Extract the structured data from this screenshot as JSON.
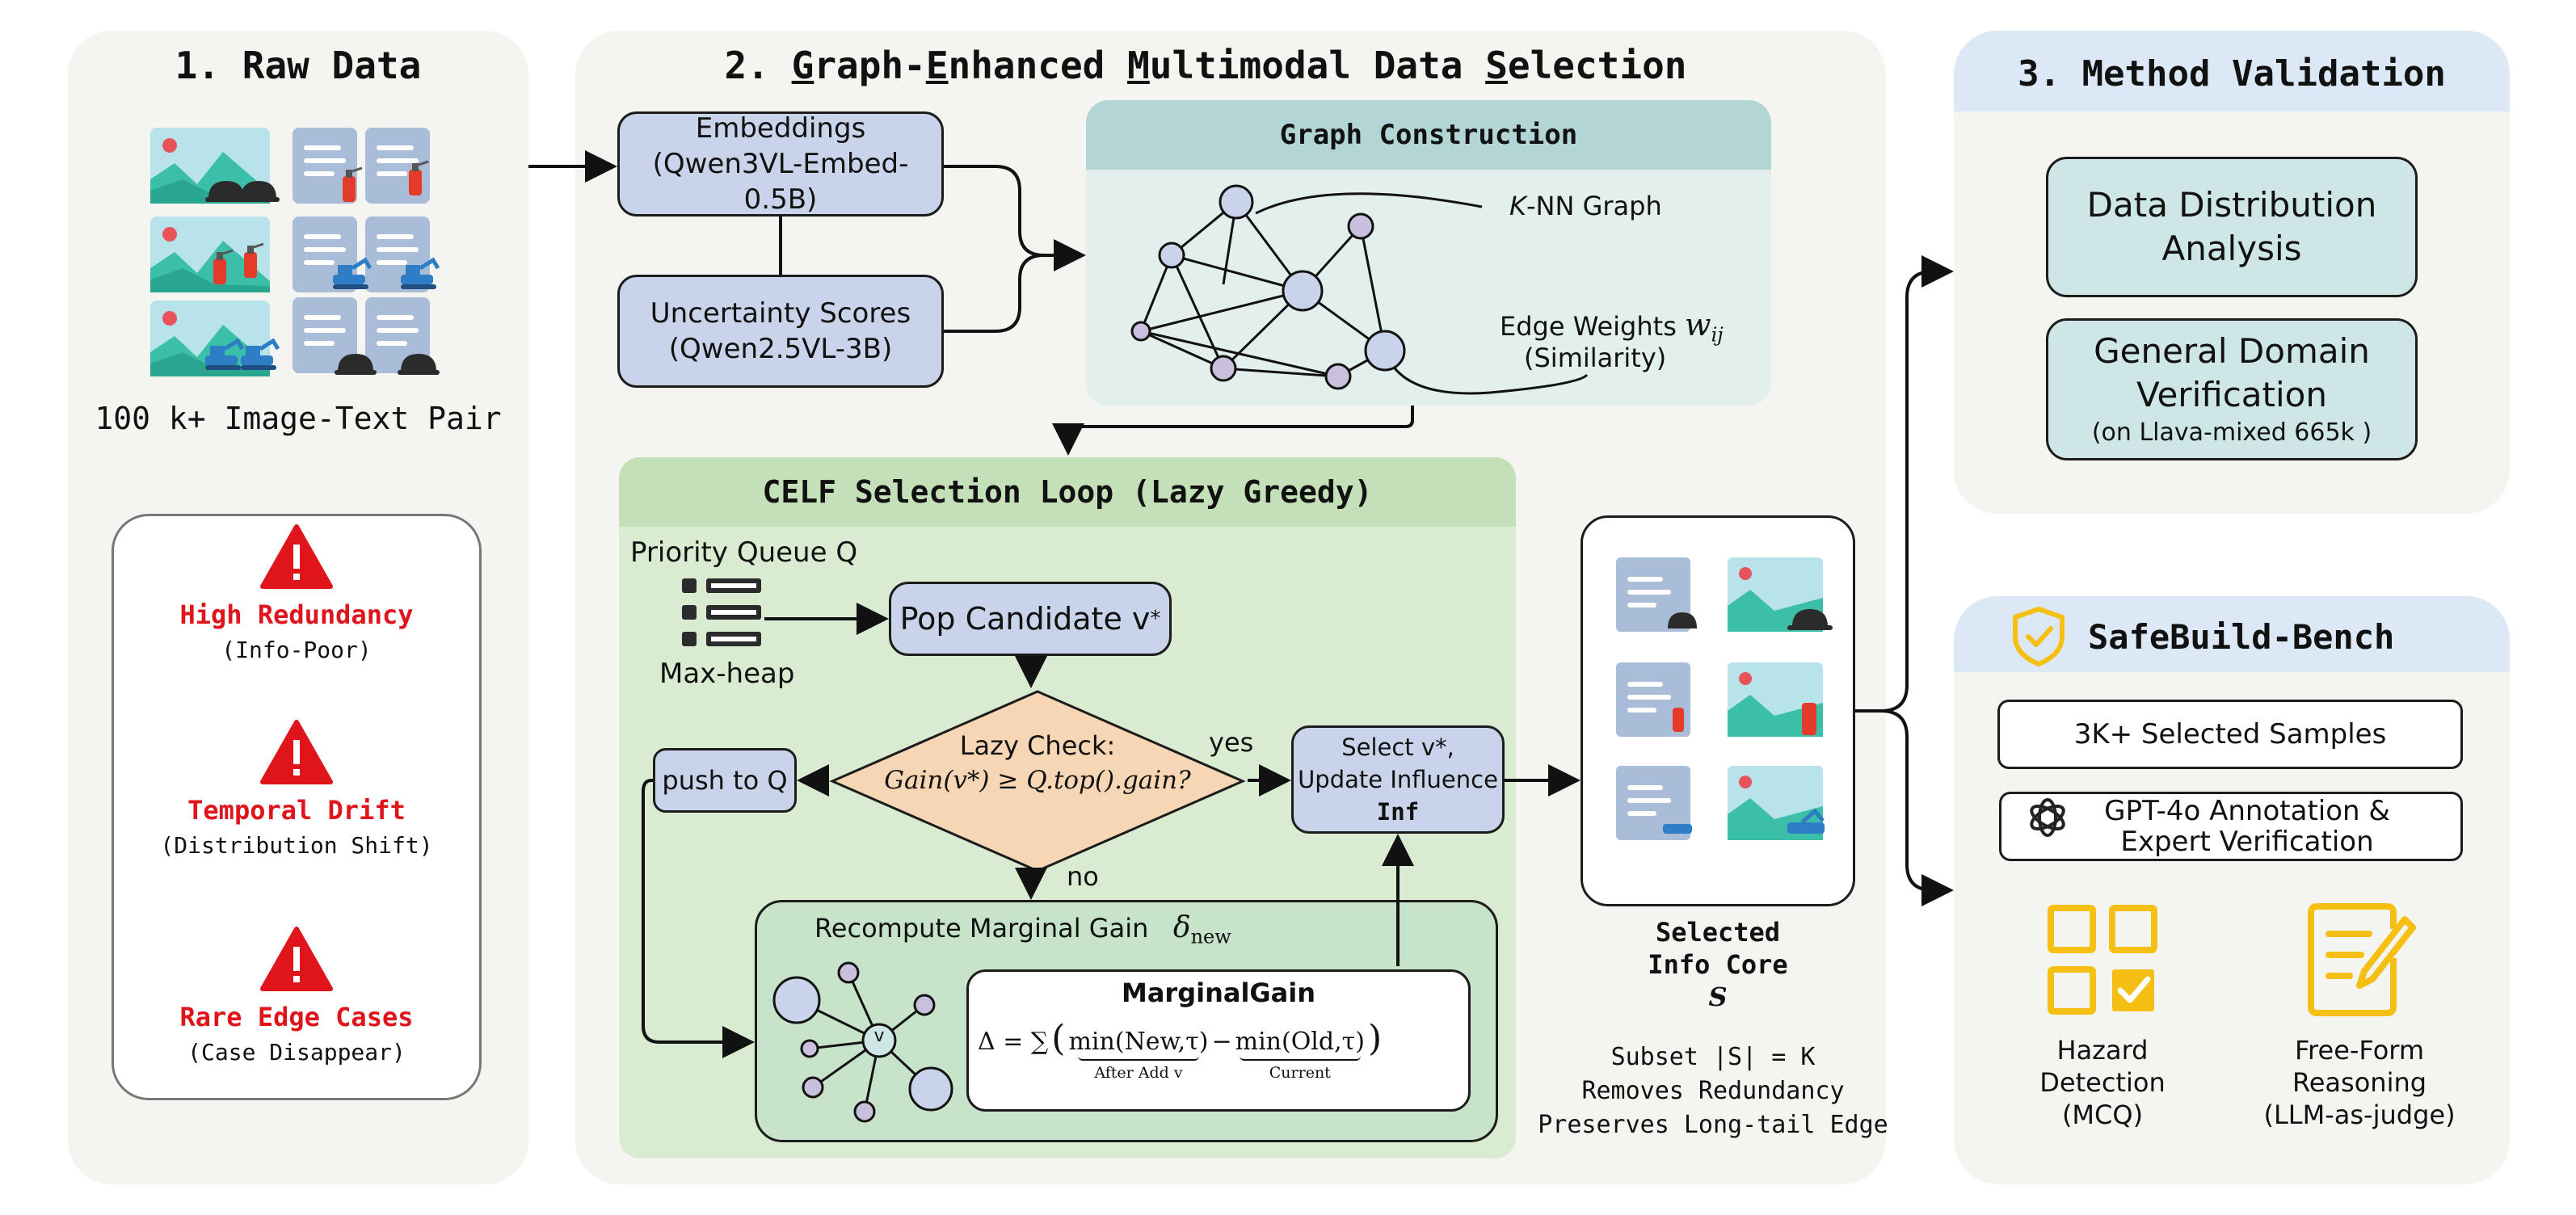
{
  "raw": {
    "title": "1. Raw Data",
    "pair_label": "100 k+ Image-Text Pair",
    "issues": [
      {
        "title": "High Redundancy",
        "sub": "(Info-Poor)"
      },
      {
        "title": "Temporal Drift",
        "sub": "(Distribution Shift)"
      },
      {
        "title": "Rare Edge Cases",
        "sub": "(Case Disappear)"
      }
    ]
  },
  "gems": {
    "title_parts": [
      {
        "t": "2. ",
        "u": false
      },
      {
        "t": "G",
        "u": true
      },
      {
        "t": "raph-",
        "u": false
      },
      {
        "t": "E",
        "u": true
      },
      {
        "t": "nhanced ",
        "u": false
      },
      {
        "t": "M",
        "u": true
      },
      {
        "t": "ultimodal Data ",
        "u": false
      },
      {
        "t": "S",
        "u": true
      },
      {
        "t": "election",
        "u": false
      }
    ],
    "embeddings": {
      "line1": "Embeddings",
      "line2": "(Qwen3VL-Embed-0.5B)"
    },
    "uncertainty": {
      "line1": "Uncertainty Scores",
      "line2": "(Qwen2.5VL-3B)"
    },
    "graph": {
      "title": "Graph Construction",
      "knn_italic": "K",
      "knn_rest": "-NN Graph",
      "edge_label": "Edge Weights",
      "edge_symbol": "w",
      "edge_sub": "ij",
      "similarity": "(Similarity)"
    },
    "celf": {
      "title": "CELF Selection Loop (Lazy Greedy)",
      "queue_label": "Priority Queue Q",
      "maxheap": "Max-heap",
      "pop": "Pop Candidate v",
      "pop_sup": "*",
      "lazy_title": "Lazy Check:",
      "lazy_formula": "Gain(v*) ≥ Q.top().gain?",
      "yes": "yes",
      "no": "no",
      "push": "push to Q",
      "select_line1": "Select v*,",
      "select_line2": "Update Influence",
      "select_line3": "Inf",
      "recompute": "Recompute Marginal Gain",
      "delta": "δ",
      "delta_sub": "new",
      "node_v": "v",
      "mg_title": "MarginalGain",
      "mg_delta": "Δ = ∑",
      "mg_term1": "min(New,τ)",
      "mg_minus": "−",
      "mg_term2": "min(Old,τ)",
      "mg_under1": "After Add v",
      "mg_under2": "Current"
    },
    "selected": {
      "line1": "Selected",
      "line2": "Info Core",
      "line3": "S",
      "subset": "Subset |S| = K",
      "removes": "Removes Redundancy",
      "preserves": "Preserves Long-tail Edge"
    }
  },
  "validation": {
    "title": "3. Method Validation",
    "analysis": {
      "line1": "Data Distribution",
      "line2": "Analysis"
    },
    "general": {
      "line1": "General Domain",
      "line2": "Verification",
      "line3": "(on Llava-mixed 665k )"
    }
  },
  "bench": {
    "title": "SafeBuild-Bench",
    "samples": "3K+ Selected Samples",
    "annot_line1": "GPT-4o Annotation &",
    "annot_line2": "Expert Verification",
    "hazard": {
      "line1": "Hazard",
      "line2": "Detection",
      "line3": "(MCQ)"
    },
    "freeform": {
      "line1": "Free-Form",
      "line2": "Reasoning",
      "line3": "(LLM-as-judge)"
    }
  },
  "colors": {
    "blue_box": "#c9d3ea",
    "teal_box": "#cfe6e6",
    "graph_header": "#b3d5d6",
    "graph_body": "#e2efec",
    "celf_header": "#c3e0b8",
    "celf_body": "#d9ecd2",
    "recompute_box": "#c7e4cb",
    "diamond": "#f6d6b4",
    "warning_red": "#e0141b",
    "gold": "#f5bf14"
  }
}
